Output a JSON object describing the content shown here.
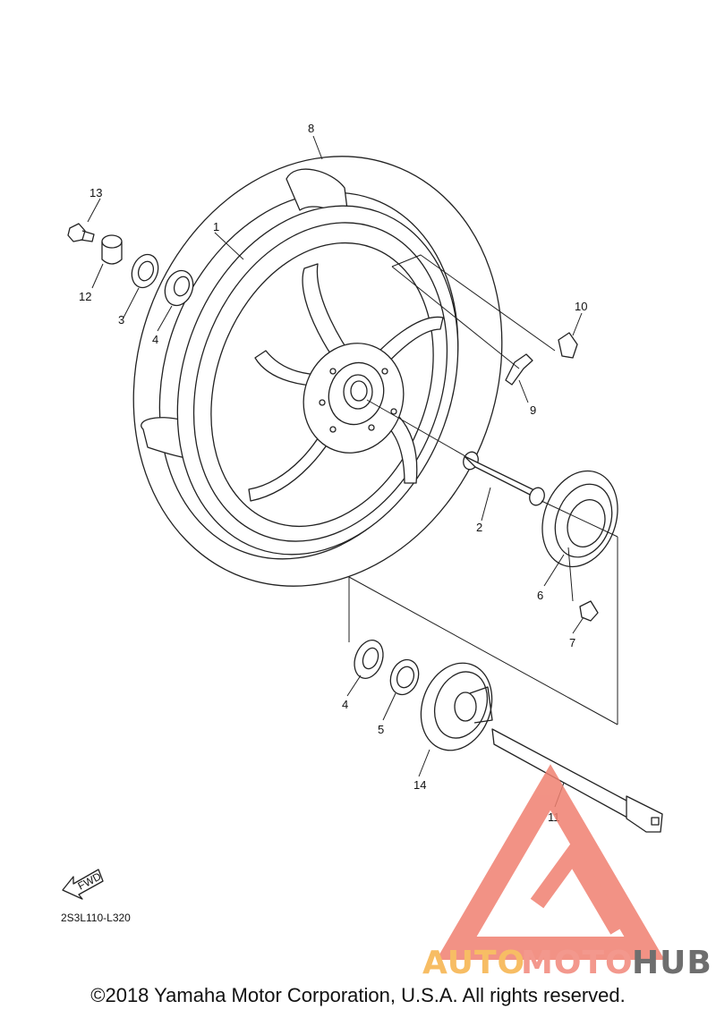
{
  "diagram": {
    "callouts": [
      "1",
      "2",
      "3",
      "4",
      "4",
      "5",
      "6",
      "7",
      "8",
      "9",
      "10",
      "11",
      "12",
      "13",
      "14"
    ],
    "fwd_label": "FWD",
    "code": "2S3L110-L320"
  },
  "watermark": {
    "brand_part1": "AUTO",
    "brand_part2": "MOTO",
    "brand_part3": "HUB",
    "colors": {
      "auto": "#f6b24a",
      "moto": "#f2877a",
      "hub": "#555555",
      "triangle": "#f08070"
    }
  },
  "footer": {
    "copyright": "©2018 Yamaha Motor Corporation, U.S.A. All rights reserved."
  }
}
